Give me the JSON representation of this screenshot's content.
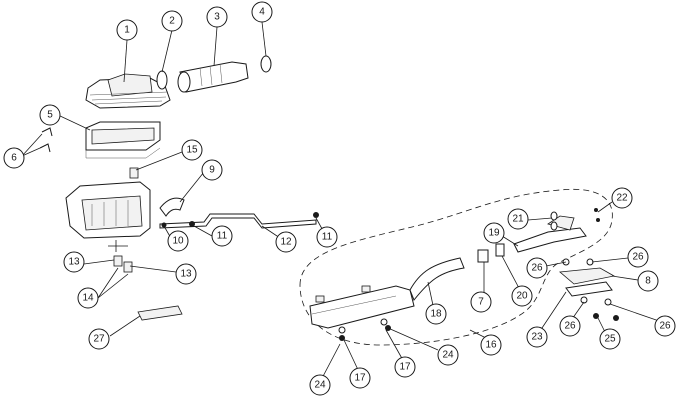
{
  "callouts": [
    "1",
    "2",
    "3",
    "4",
    "5",
    "6",
    "15",
    "9",
    "10",
    "11",
    "12",
    "11",
    "13",
    "13",
    "14",
    "27",
    "21",
    "22",
    "19",
    "26",
    "26",
    "8",
    "20",
    "7",
    "18",
    "16",
    "23",
    "26",
    "25",
    "26",
    "24",
    "17",
    "17",
    "24"
  ],
  "colors": {
    "line": "#1a1a1a",
    "background": "#ffffff"
  }
}
